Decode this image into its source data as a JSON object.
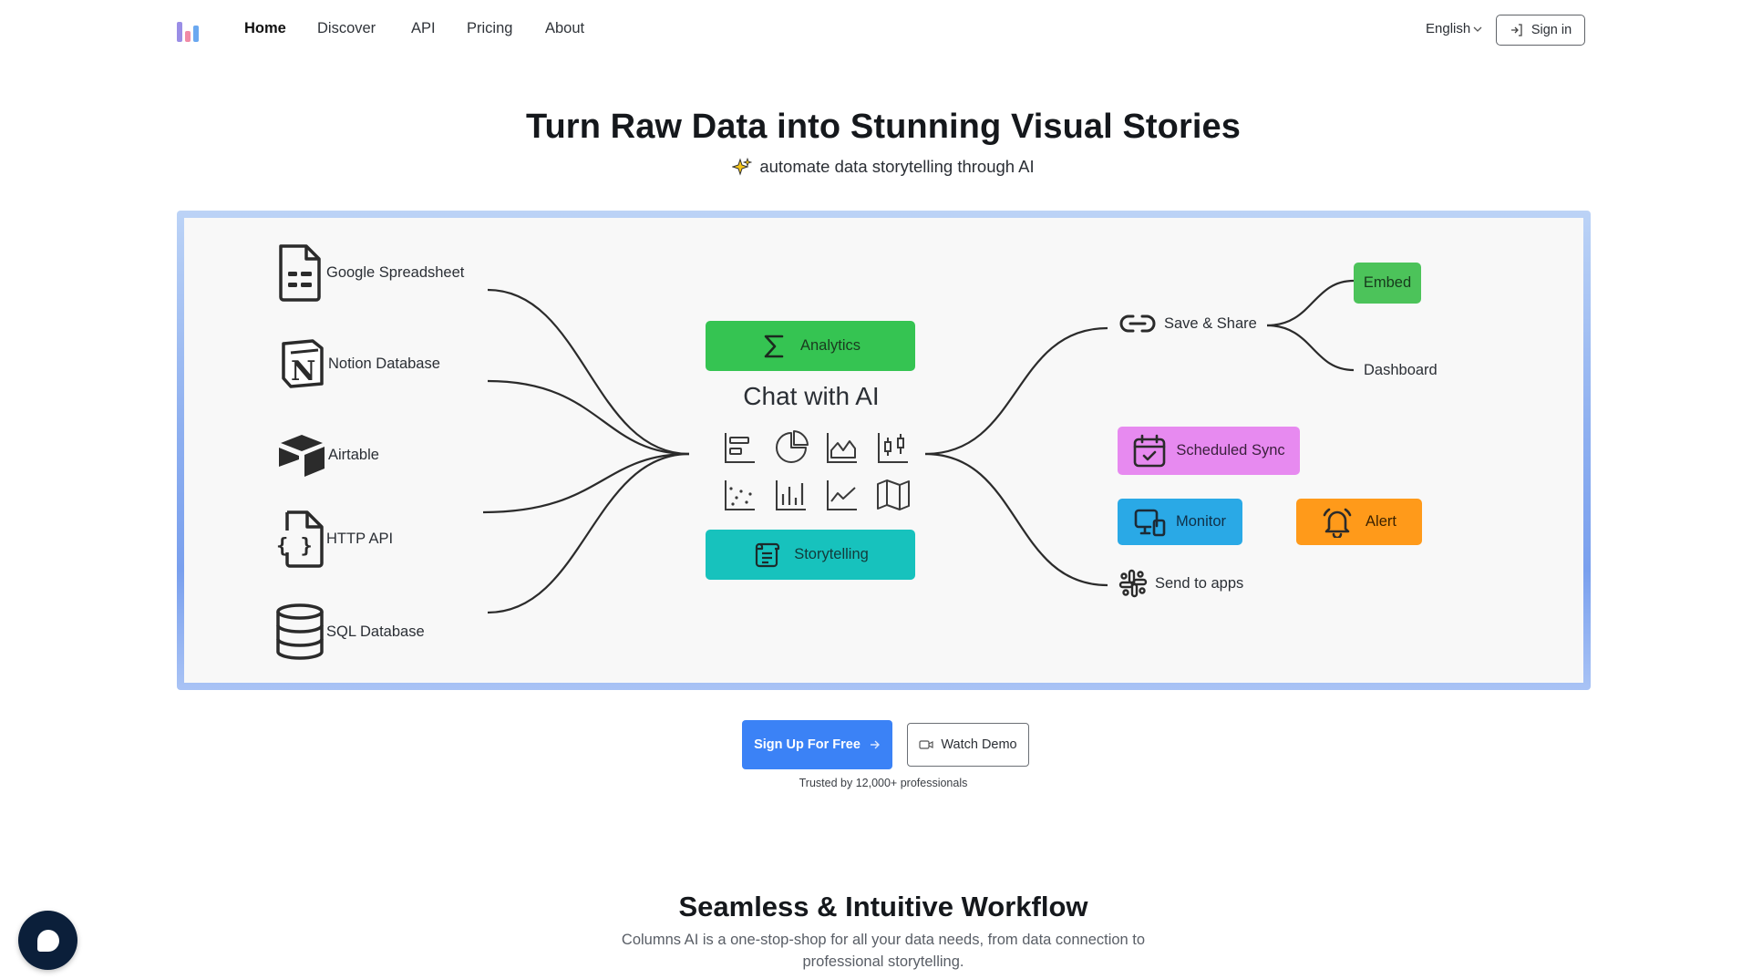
{
  "nav": {
    "links": [
      "Home",
      "Discover",
      "API",
      "Pricing",
      "About"
    ],
    "active": "Home",
    "language": "English",
    "signin_label": "Sign in"
  },
  "hero": {
    "title": "Turn Raw Data into Stunning Visual Stories",
    "subtitle": "automate data storytelling through AI"
  },
  "diagram": {
    "sources": [
      "Google Spreadsheet",
      "Notion Database",
      "Airtable",
      "HTTP API",
      "SQL Database"
    ],
    "center": {
      "analytics_label": "Analytics",
      "title": "Chat with AI",
      "storytelling_label": "Storytelling"
    },
    "outputs": {
      "save_share": "Save & Share",
      "embed": "Embed",
      "dashboard": "Dashboard",
      "scheduled_sync": "Scheduled Sync",
      "monitor": "Monitor",
      "alert": "Alert",
      "send_to_apps": "Send to apps"
    },
    "colors": {
      "analytics": "#35c452",
      "storytelling": "#17c2bd",
      "embed": "#4cc35a",
      "scheduled_sync": "#e78af0",
      "monitor": "#2aa9e6",
      "alert": "#ff9a1a"
    }
  },
  "cta": {
    "primary_label": "Sign Up For Free",
    "secondary_label": "Watch Demo",
    "trusted": "Trusted by 12,000+ professionals"
  },
  "workflow": {
    "title": "Seamless & Intuitive Workflow",
    "description": "Columns AI is a one-stop-shop for all your data needs, from data connection to professional storytelling."
  }
}
